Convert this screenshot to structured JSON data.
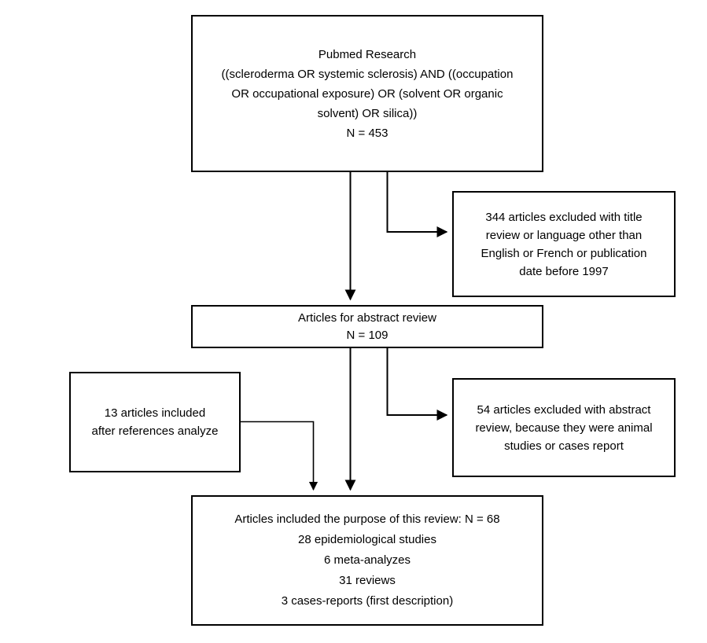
{
  "diagram": {
    "type": "flowchart",
    "title": "Literature selection flow diagram",
    "stroke_color": "#000000",
    "background_color": "#ffffff"
  },
  "nodes": {
    "search": {
      "label": "Pubmed Research\n((scleroderma OR systemic sclerosis) AND ((occupation\nOR occupational exposure) OR (solvent OR organic\nsolvent) OR silica))\nN = 453",
      "count_label": "N = 453",
      "count": 453
    },
    "excluded_title": {
      "label": "344 articles excluded with title\nreview or language other than\nEnglish or French or publication\ndate before 1997",
      "count": 344
    },
    "abstract_review": {
      "label": "Articles for abstract review\nN = 109",
      "count_label": "N = 109",
      "count": 109
    },
    "references": {
      "label": "13 articles included\nafter references analyze",
      "count": 13
    },
    "excluded_abstract": {
      "label": "54 articles excluded with abstract\nreview, because they were animal\nstudies or cases report",
      "count": 54
    },
    "included": {
      "label": "Articles included the purpose of this review: N = 68\n28 epidemiological studies\n6 meta-analyzes\n31 reviews\n3 cases-reports (first description)",
      "count_label": "N = 68",
      "count": 68,
      "breakdown": [
        {
          "count": 28,
          "label": "28 epidemiological studies"
        },
        {
          "count": 6,
          "label": "6 meta-analyzes"
        },
        {
          "count": 31,
          "label": "31 reviews"
        },
        {
          "count": 3,
          "label": "3 cases-reports (first description)"
        }
      ]
    }
  },
  "edges": [
    {
      "from": "search",
      "to": "abstract_review",
      "kind": "arrow-down"
    },
    {
      "from": "search",
      "to": "excluded_title",
      "kind": "elbow-right-arrow"
    },
    {
      "from": "abstract_review",
      "to": "included",
      "kind": "arrow-down"
    },
    {
      "from": "abstract_review",
      "to": "excluded_abstract",
      "kind": "elbow-right-arrow"
    },
    {
      "from": "references",
      "to": "included",
      "kind": "elbow-down-arrow"
    }
  ]
}
